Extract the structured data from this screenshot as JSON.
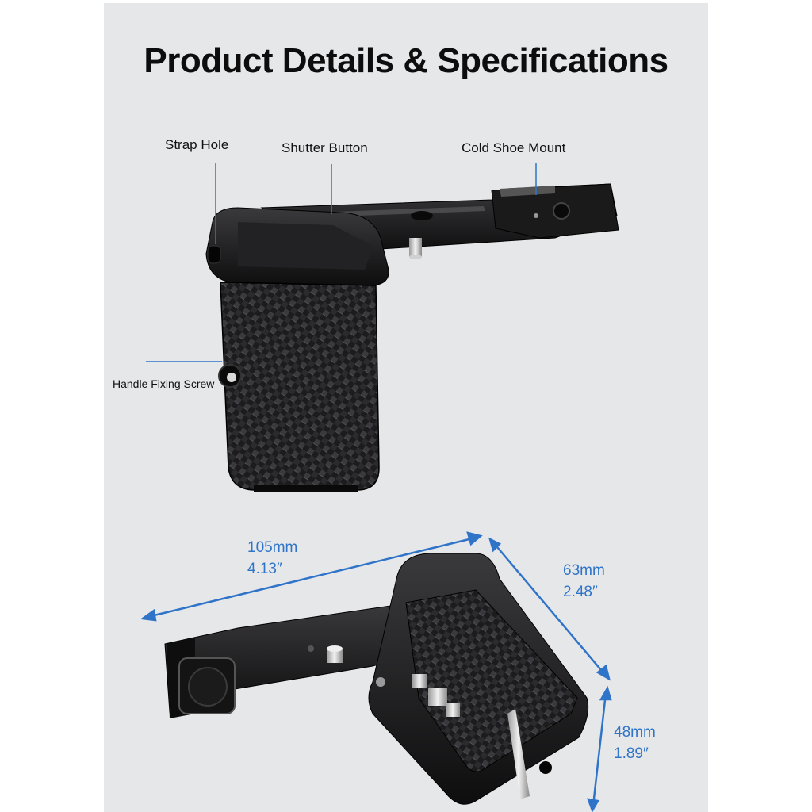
{
  "title": "Product Details & Specifications",
  "callouts": {
    "strap_hole": "Strap Hole",
    "shutter_button": "Shutter Button",
    "cold_shoe_mount": "Cold Shoe Mount",
    "handle_fixing_screw": "Handle Fixing Screw"
  },
  "dimensions": {
    "length_mm": "105mm",
    "length_in": "4.13″",
    "depth_mm": "63mm",
    "depth_in": "2.48″",
    "height_mm": "48mm",
    "height_in": "1.89″"
  },
  "colors": {
    "background": "#e6e7e9",
    "accent_blue": "#2f74c8",
    "product_black": "#151515"
  }
}
